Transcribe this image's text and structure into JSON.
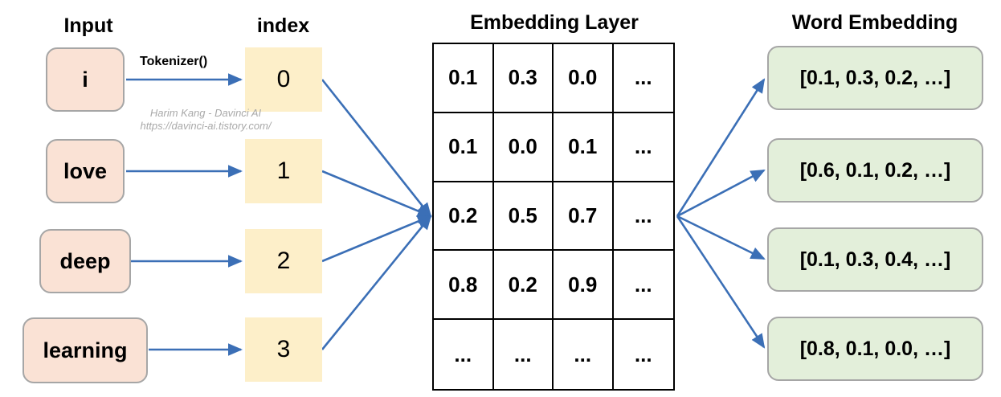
{
  "headers": {
    "input": "Input",
    "index": "index",
    "embedding_layer": "Embedding Layer",
    "word_embedding": "Word Embedding"
  },
  "tokenizer_label": "Tokenizer()",
  "watermark": {
    "line1": "Harim Kang - Davinci AI",
    "line2": "https://davinci-ai.tistory.com/"
  },
  "inputs": [
    {
      "label": "i"
    },
    {
      "label": "love"
    },
    {
      "label": "deep"
    },
    {
      "label": "learning"
    }
  ],
  "indices": [
    {
      "label": "0"
    },
    {
      "label": "1"
    },
    {
      "label": "2"
    },
    {
      "label": "3"
    }
  ],
  "embedding_table": {
    "rows": [
      [
        "0.1",
        "0.3",
        "0.0",
        "..."
      ],
      [
        "0.1",
        "0.0",
        "0.1",
        "..."
      ],
      [
        "0.2",
        "0.5",
        "0.7",
        "..."
      ],
      [
        "0.8",
        "0.2",
        "0.9",
        "..."
      ],
      [
        "...",
        "...",
        "...",
        "..."
      ]
    ]
  },
  "word_embeddings": [
    {
      "label": "[0.1, 0.3, 0.2, …]"
    },
    {
      "label": "[0.6, 0.1, 0.2, …]"
    },
    {
      "label": "[0.1, 0.3, 0.4, …]"
    },
    {
      "label": "[0.8, 0.1, 0.0, …]"
    }
  ],
  "colors": {
    "input_box_fill": "#FAE2D5",
    "index_box_fill": "#FDEFC9",
    "word_embedding_fill": "#E3EFDA",
    "box_border": "#A6A6A6",
    "arrow": "#3B6FB6",
    "table_border": "#000000",
    "watermark_text": "#A9A9A9"
  }
}
